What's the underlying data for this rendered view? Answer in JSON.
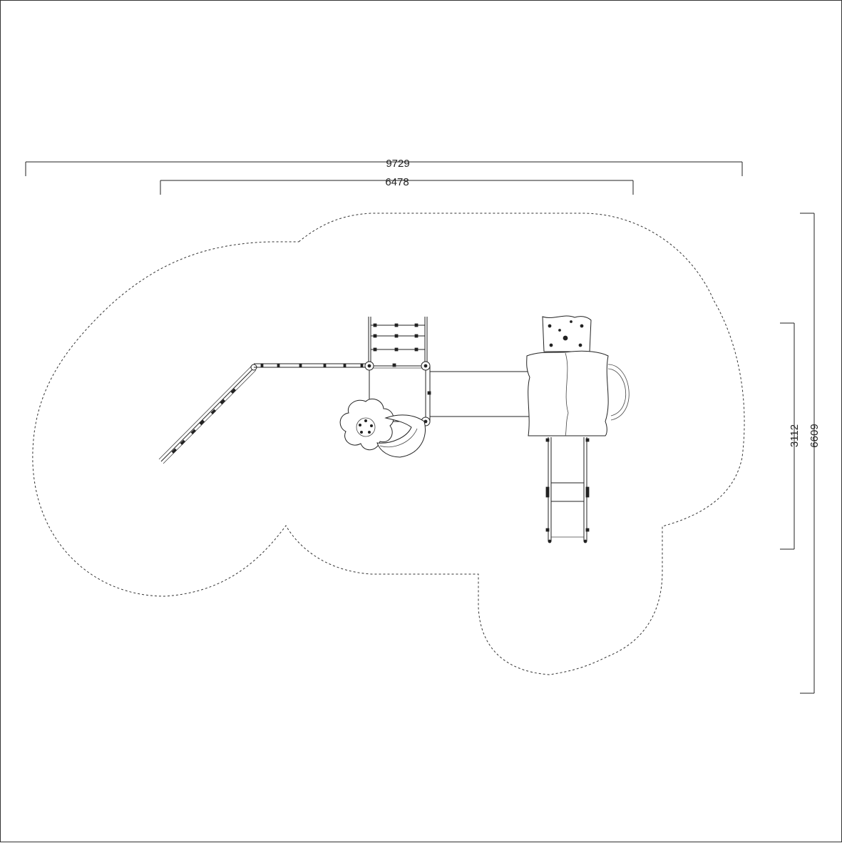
{
  "dimensions": {
    "overall_width": "9729",
    "structure_width": "6478",
    "structure_depth": "3112",
    "overall_depth": "6609"
  },
  "colors": {
    "line": "#222222",
    "background": "#ffffff"
  }
}
